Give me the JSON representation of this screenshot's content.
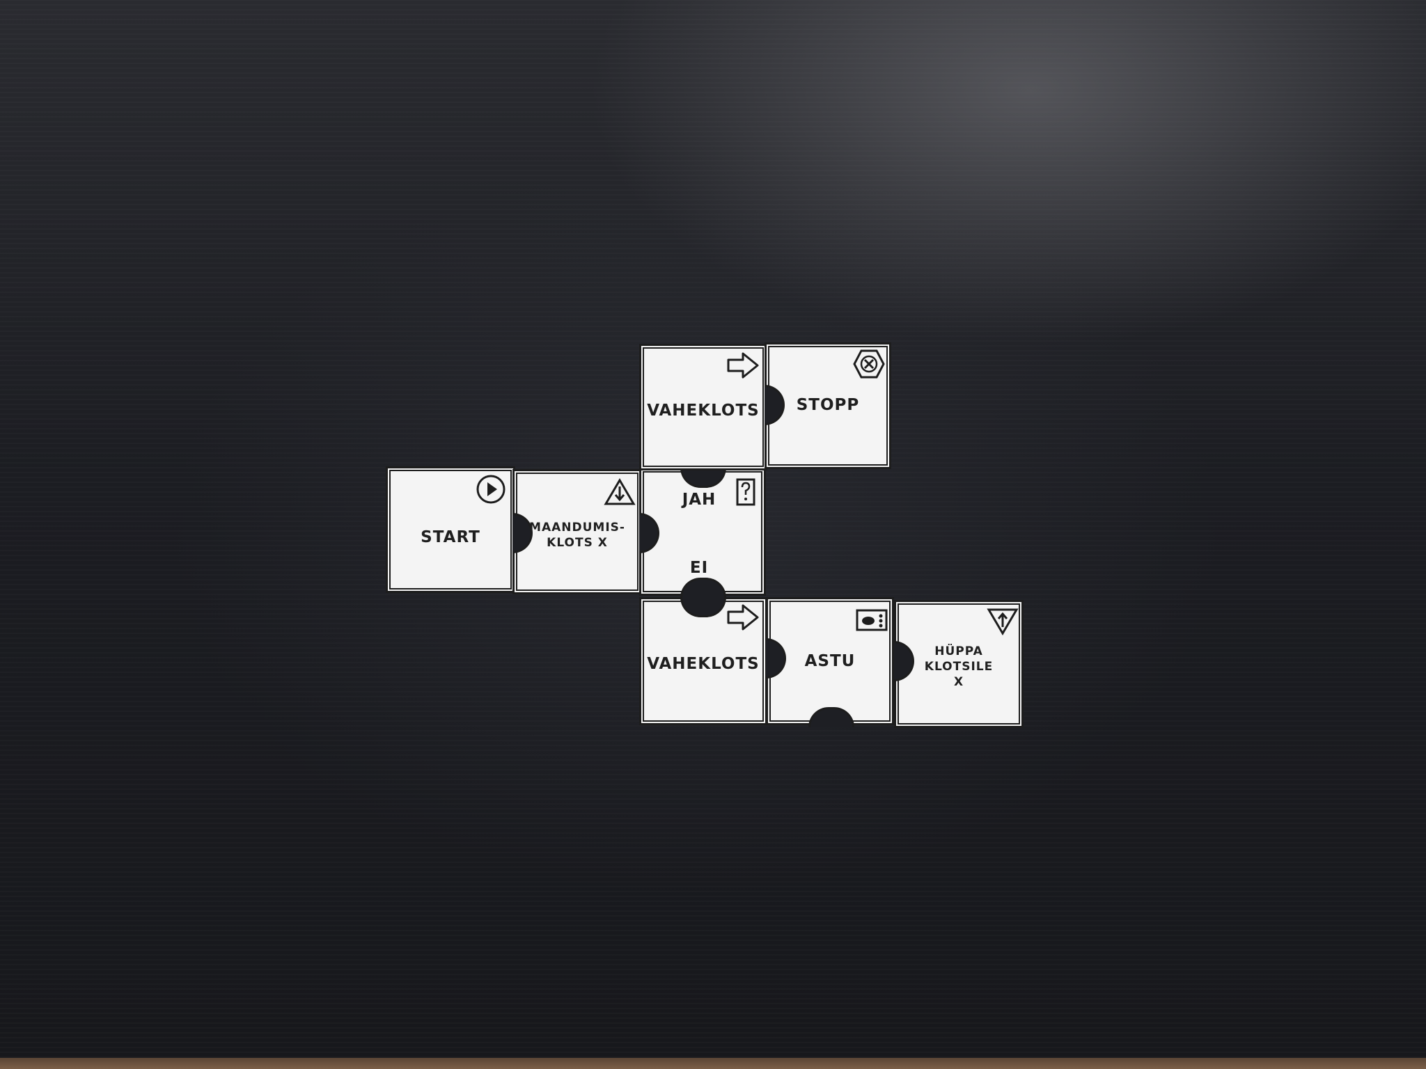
{
  "cards": {
    "start": {
      "label": "START",
      "icon": "play-circle-icon"
    },
    "landing": {
      "label_line1": "MAANDUMIS-",
      "label_line2": "KLOTS X",
      "icon": "warning-down-arrow-icon"
    },
    "decision": {
      "label_yes": "JAH",
      "label_no": "EI",
      "icon": "question-box-icon"
    },
    "connector_top": {
      "label": "VAHEKLOTS",
      "icon": "right-arrow-icon"
    },
    "stop": {
      "label": "STOPP",
      "icon": "hexagon-x-icon"
    },
    "connector_bottom": {
      "label": "VAHEKLOTS",
      "icon": "right-arrow-icon"
    },
    "step": {
      "label": "ASTU",
      "icon": "block-sensor-icon"
    },
    "jump": {
      "label_line1": "HÜPPA",
      "label_line2": "KLOTSILE",
      "label_line3": "X",
      "icon": "triangle-up-arrow-icon"
    }
  },
  "colors": {
    "board": "#1e1f24",
    "card": "#f4f4f4",
    "ink": "#1d1d1d"
  }
}
